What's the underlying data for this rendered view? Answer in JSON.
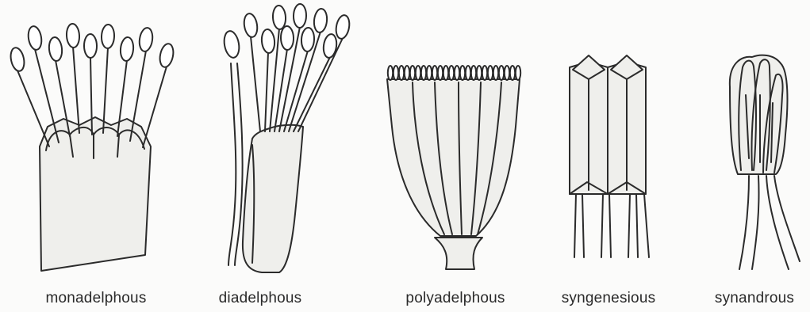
{
  "figure": {
    "labels": [
      {
        "id": "monadelphous",
        "text": "monadelphous"
      },
      {
        "id": "diadelphous",
        "text": "diadelphous"
      },
      {
        "id": "polyadelphous",
        "text": "polyadelphous"
      },
      {
        "id": "syngenesious",
        "text": "syngenesious"
      },
      {
        "id": "synandrous",
        "text": "synandrous"
      }
    ]
  },
  "colors": {
    "background": "#fbfbfa",
    "ink": "#2b2b2b"
  }
}
